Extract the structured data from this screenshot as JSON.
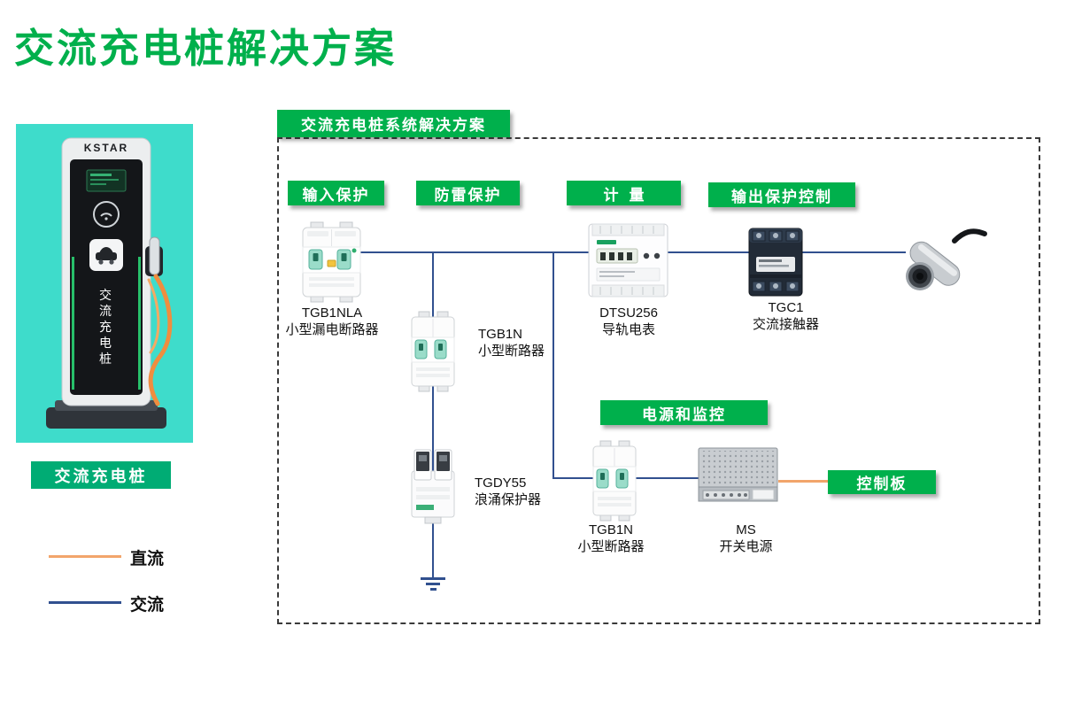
{
  "page": {
    "title": "交流充电桩解决方案"
  },
  "pile": {
    "brand": "KSTAR",
    "vertical_label": "交流充电桩",
    "caption": "交流充电桩"
  },
  "legend": {
    "dc": {
      "label": "直流",
      "color": "#F2A56B"
    },
    "ac": {
      "label": "交流",
      "color": "#31508F"
    }
  },
  "diagram": {
    "title": "交流充电桩系统解决方案",
    "accent_color": "#00B04C",
    "badges": {
      "input_protection": "输入保护",
      "surge_protection": "防雷保护",
      "metering": "计量",
      "output_protection": "输出保护控制",
      "power_monitoring": "电源和监控",
      "control_board": "控制板"
    },
    "components": {
      "rcbo": {
        "model": "TGB1NLA",
        "desc": "小型漏电断路器"
      },
      "mcb_main": {
        "model": "TGB1N",
        "desc": "小型断路器"
      },
      "spd": {
        "model": "TGDY55",
        "desc": "浪涌保护器"
      },
      "meter": {
        "model": "DTSU256",
        "desc": "导轨电表"
      },
      "contactor": {
        "model": "TGC1",
        "desc": "交流接触器"
      },
      "mcb_aux": {
        "model": "TGB1N",
        "desc": "小型断路器"
      },
      "psu": {
        "model": "MS",
        "desc": "开关电源"
      }
    }
  }
}
